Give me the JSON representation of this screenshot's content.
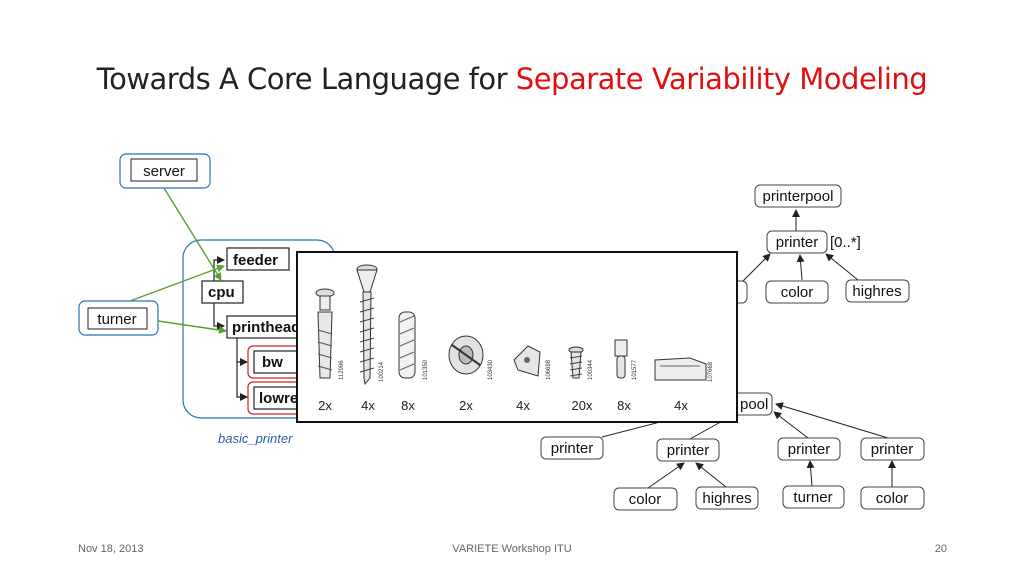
{
  "slide": {
    "title_prefix": "Towards A Core Language for ",
    "title_highlight": "Separate Variability Modeling"
  },
  "left_diagram": {
    "server": "server",
    "turner": "turner",
    "feeder": "feeder",
    "cpu": "cpu",
    "printhead": "printhead",
    "bw": "bw",
    "lowres": "lowres",
    "caption": "basic_printer"
  },
  "right_top": {
    "printerpool": "printerpool",
    "printer": "printer",
    "multiplicity": "[0..*]",
    "color": "color",
    "highres": "highres"
  },
  "right_bottom": {
    "pool": "pool",
    "printer1": "printer",
    "printer2": "printer",
    "printer3": "printer",
    "printer4": "printer",
    "color1": "color",
    "highres": "highres",
    "turner": "turner",
    "color2": "color"
  },
  "parts_overlay": {
    "counts": [
      "2x",
      "4x",
      "8x",
      "2x",
      "4x",
      "20x",
      "8x",
      "4x"
    ],
    "part_numbers": [
      "112996",
      "100214",
      "101350",
      "103430",
      "106698",
      "100344",
      "101577",
      "107668"
    ]
  },
  "footer": {
    "date": "Nov 18, 2013",
    "center": "VARIETE Workshop ITU",
    "page": "20"
  }
}
